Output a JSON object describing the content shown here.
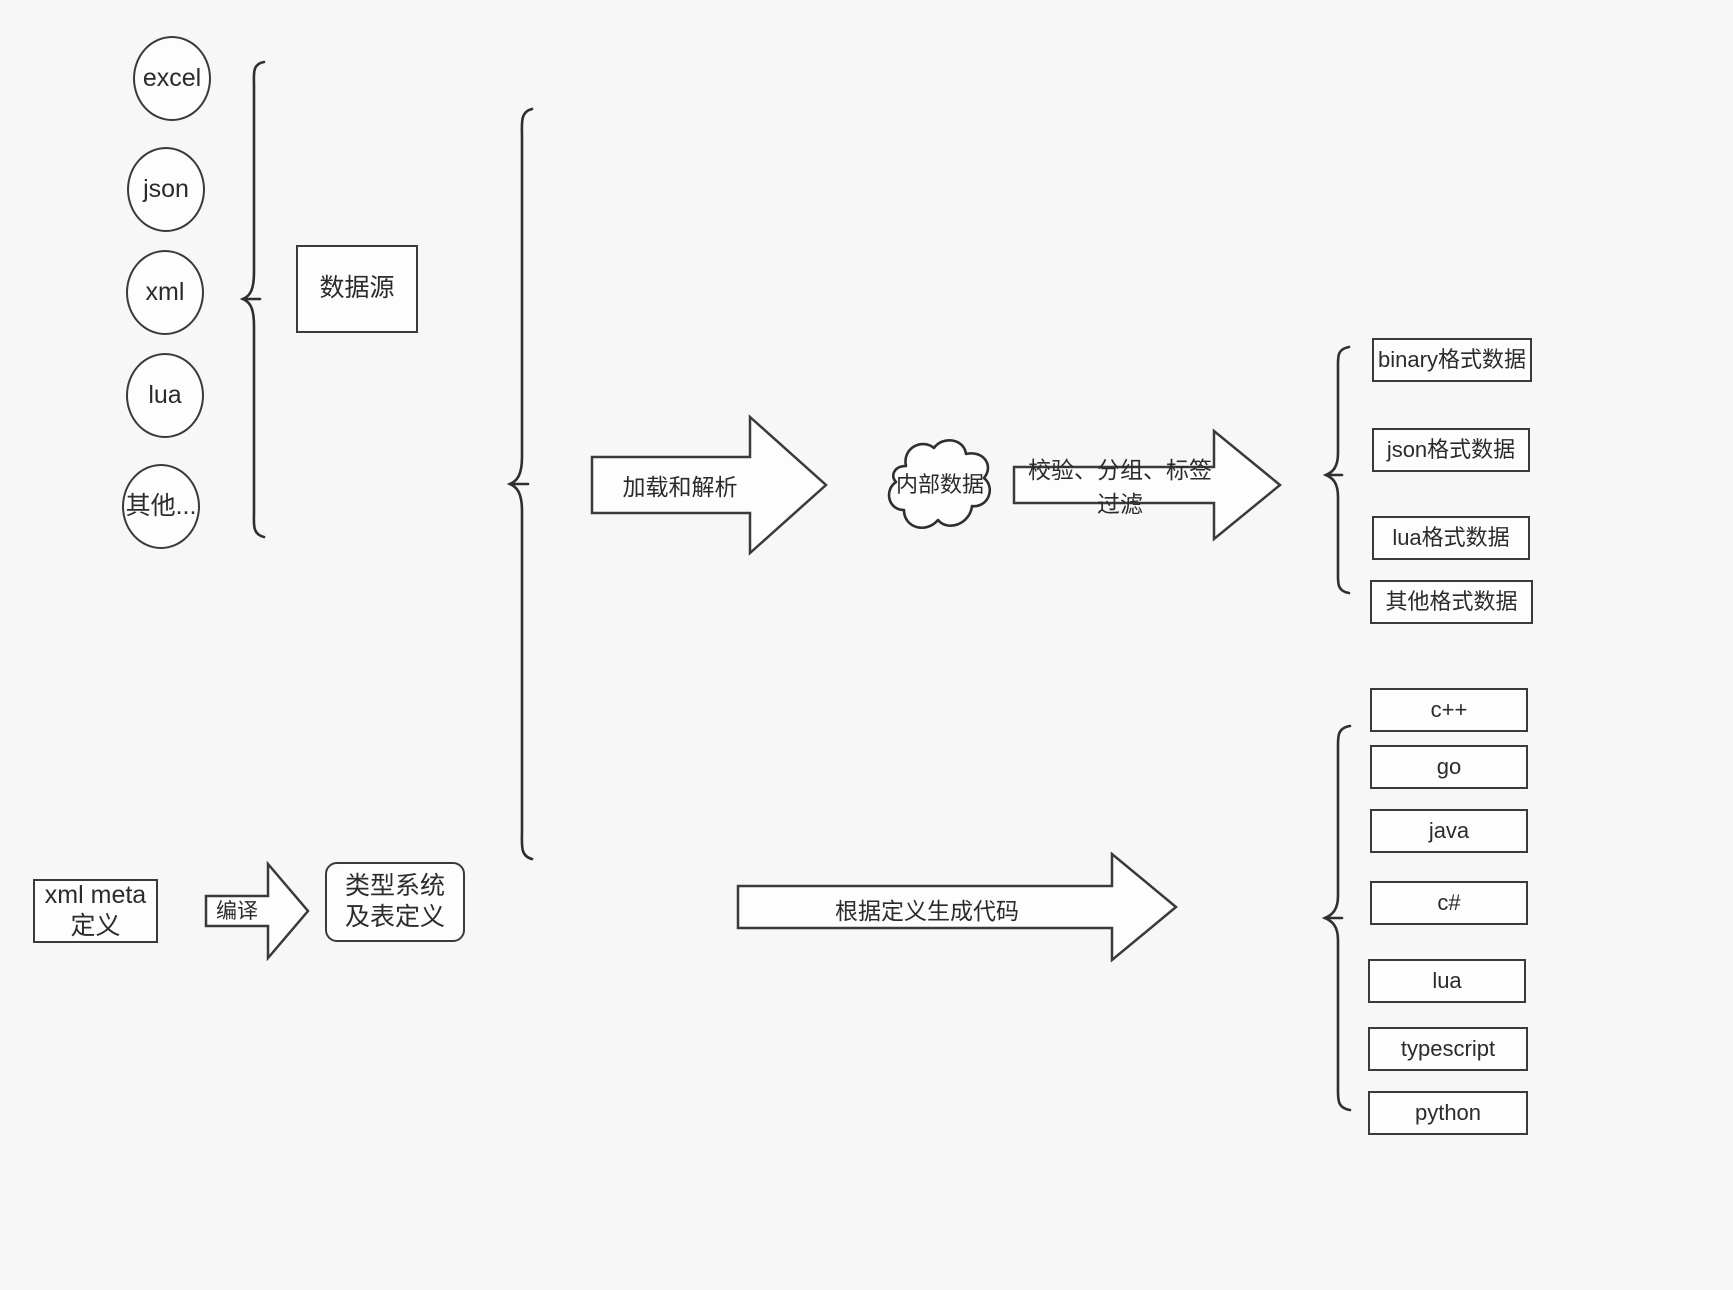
{
  "diagram": {
    "title": "data pipeline diagram",
    "background_color": "#f7f7f7",
    "stroke_color": "#3a3a3a",
    "fill_color": "#fdfdfd"
  },
  "sources": {
    "items": [
      {
        "label": "excel"
      },
      {
        "label": "json"
      },
      {
        "label": "xml"
      },
      {
        "label": "lua"
      },
      {
        "label": "其他..."
      }
    ],
    "group_label": "数据源"
  },
  "meta": {
    "definition_label": "xml meta定义",
    "compile_label": "编译",
    "type_system_label": "类型系统及表定义"
  },
  "pipeline": {
    "load_parse_label": "加载和解析",
    "internal_data_label": "内部数据",
    "filter_label": "校验、分组、标签过滤",
    "codegen_label": "根据定义生成代码"
  },
  "outputs": {
    "data_formats": [
      {
        "label": "binary格式数据"
      },
      {
        "label": "json格式数据"
      },
      {
        "label": "lua格式数据"
      },
      {
        "label": "其他格式数据"
      }
    ],
    "languages": [
      {
        "label": "c++"
      },
      {
        "label": "go"
      },
      {
        "label": "java"
      },
      {
        "label": "c#"
      },
      {
        "label": "lua"
      },
      {
        "label": "typescript"
      },
      {
        "label": "python"
      }
    ]
  }
}
